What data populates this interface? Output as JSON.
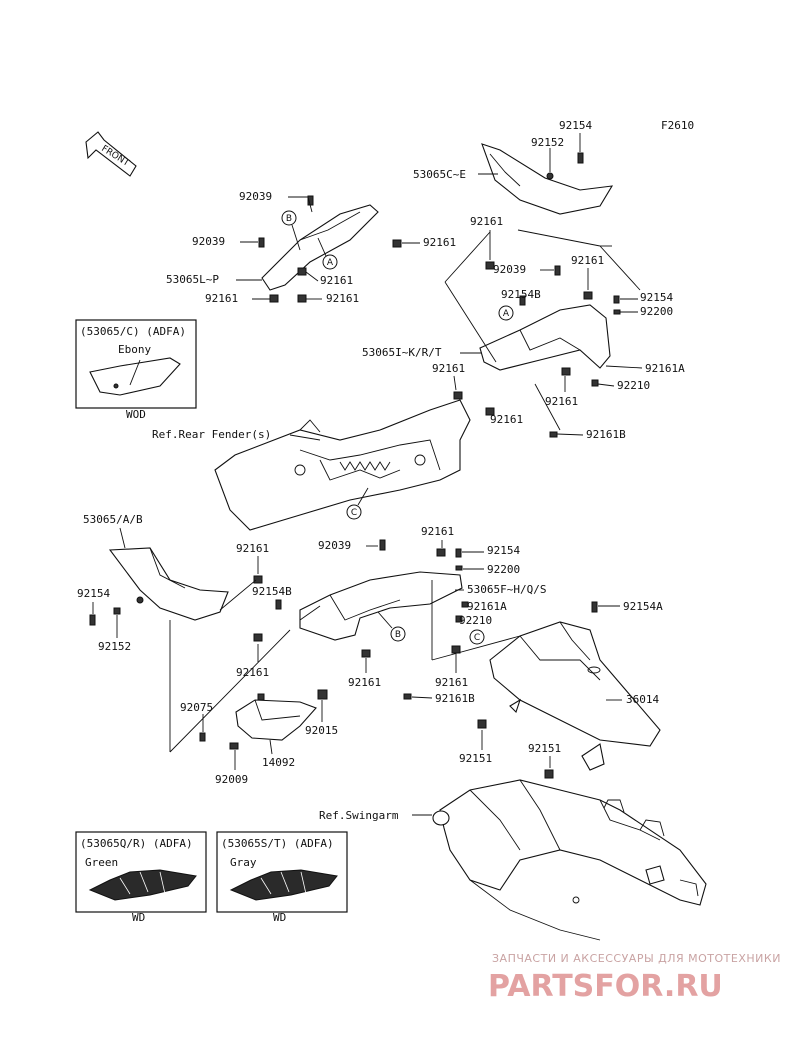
{
  "figure_code": "F2610",
  "front_label": "FRONT",
  "labels": {
    "p92154_top": "92154",
    "p92152_top": "92152",
    "p53065CE": "53065C~E",
    "p92039_a": "92039",
    "p92039_b": "92039",
    "p92161_a": "92161",
    "p53065LP": "53065L~P",
    "p92161_b": "92161",
    "p92161_c": "92161",
    "p92161_d": "92161",
    "p92161_e": "92161",
    "p92039_c": "92039",
    "p92161_f": "92161",
    "p92154B_a": "92154B",
    "p92154_b": "92154",
    "p92200_a": "92200",
    "p53065IKRT": "53065I~K/R/T",
    "p92161A_a": "92161A",
    "p92161_g": "92161",
    "p92210_a": "92210",
    "p92161_h": "92161",
    "p92161_i": "92161",
    "p92161B_a": "92161B",
    "ref_rear_fender": "Ref.Rear Fender(s)",
    "p53065AB": "53065/A/B",
    "p92161_j": "92161",
    "p92039_d": "92039",
    "p92161_k": "92161",
    "p92154_c": "92154",
    "p92200_b": "92200",
    "p53065FHQS": "53065F~H/Q/S",
    "p92154_d": "92154",
    "p92154B_b": "92154B",
    "p92161A_b": "92161A",
    "p92152_b": "92152",
    "p92210_b": "92210",
    "p92154A": "92154A",
    "p92161_l": "92161",
    "p92161_m": "92161",
    "p92161_n": "92161",
    "p92161B_b": "92161B",
    "p36014": "36014",
    "p92075": "92075",
    "p92015": "92015",
    "p14092": "14092",
    "p92009": "92009",
    "p92151_a": "92151",
    "p92151_b": "92151",
    "ref_swingarm": "Ref.Swingarm"
  },
  "callouts": {
    "A": "A",
    "B": "B",
    "C": "C"
  },
  "insets": [
    {
      "code": "(53065/C) (ADFA)",
      "color": "Ebony",
      "tag": "WOD"
    },
    {
      "code": "(53065Q/R) (ADFA)",
      "color": "Green",
      "tag": "WD"
    },
    {
      "code": "(53065S/T) (ADFA)",
      "color": "Gray",
      "tag": "WD"
    }
  ],
  "watermark": {
    "tagline": "ЗАПЧАСТИ И АКСЕССУАРЫ ДЛЯ МОТОТЕХНИКИ",
    "brand": "PARTSFOR.RU"
  }
}
